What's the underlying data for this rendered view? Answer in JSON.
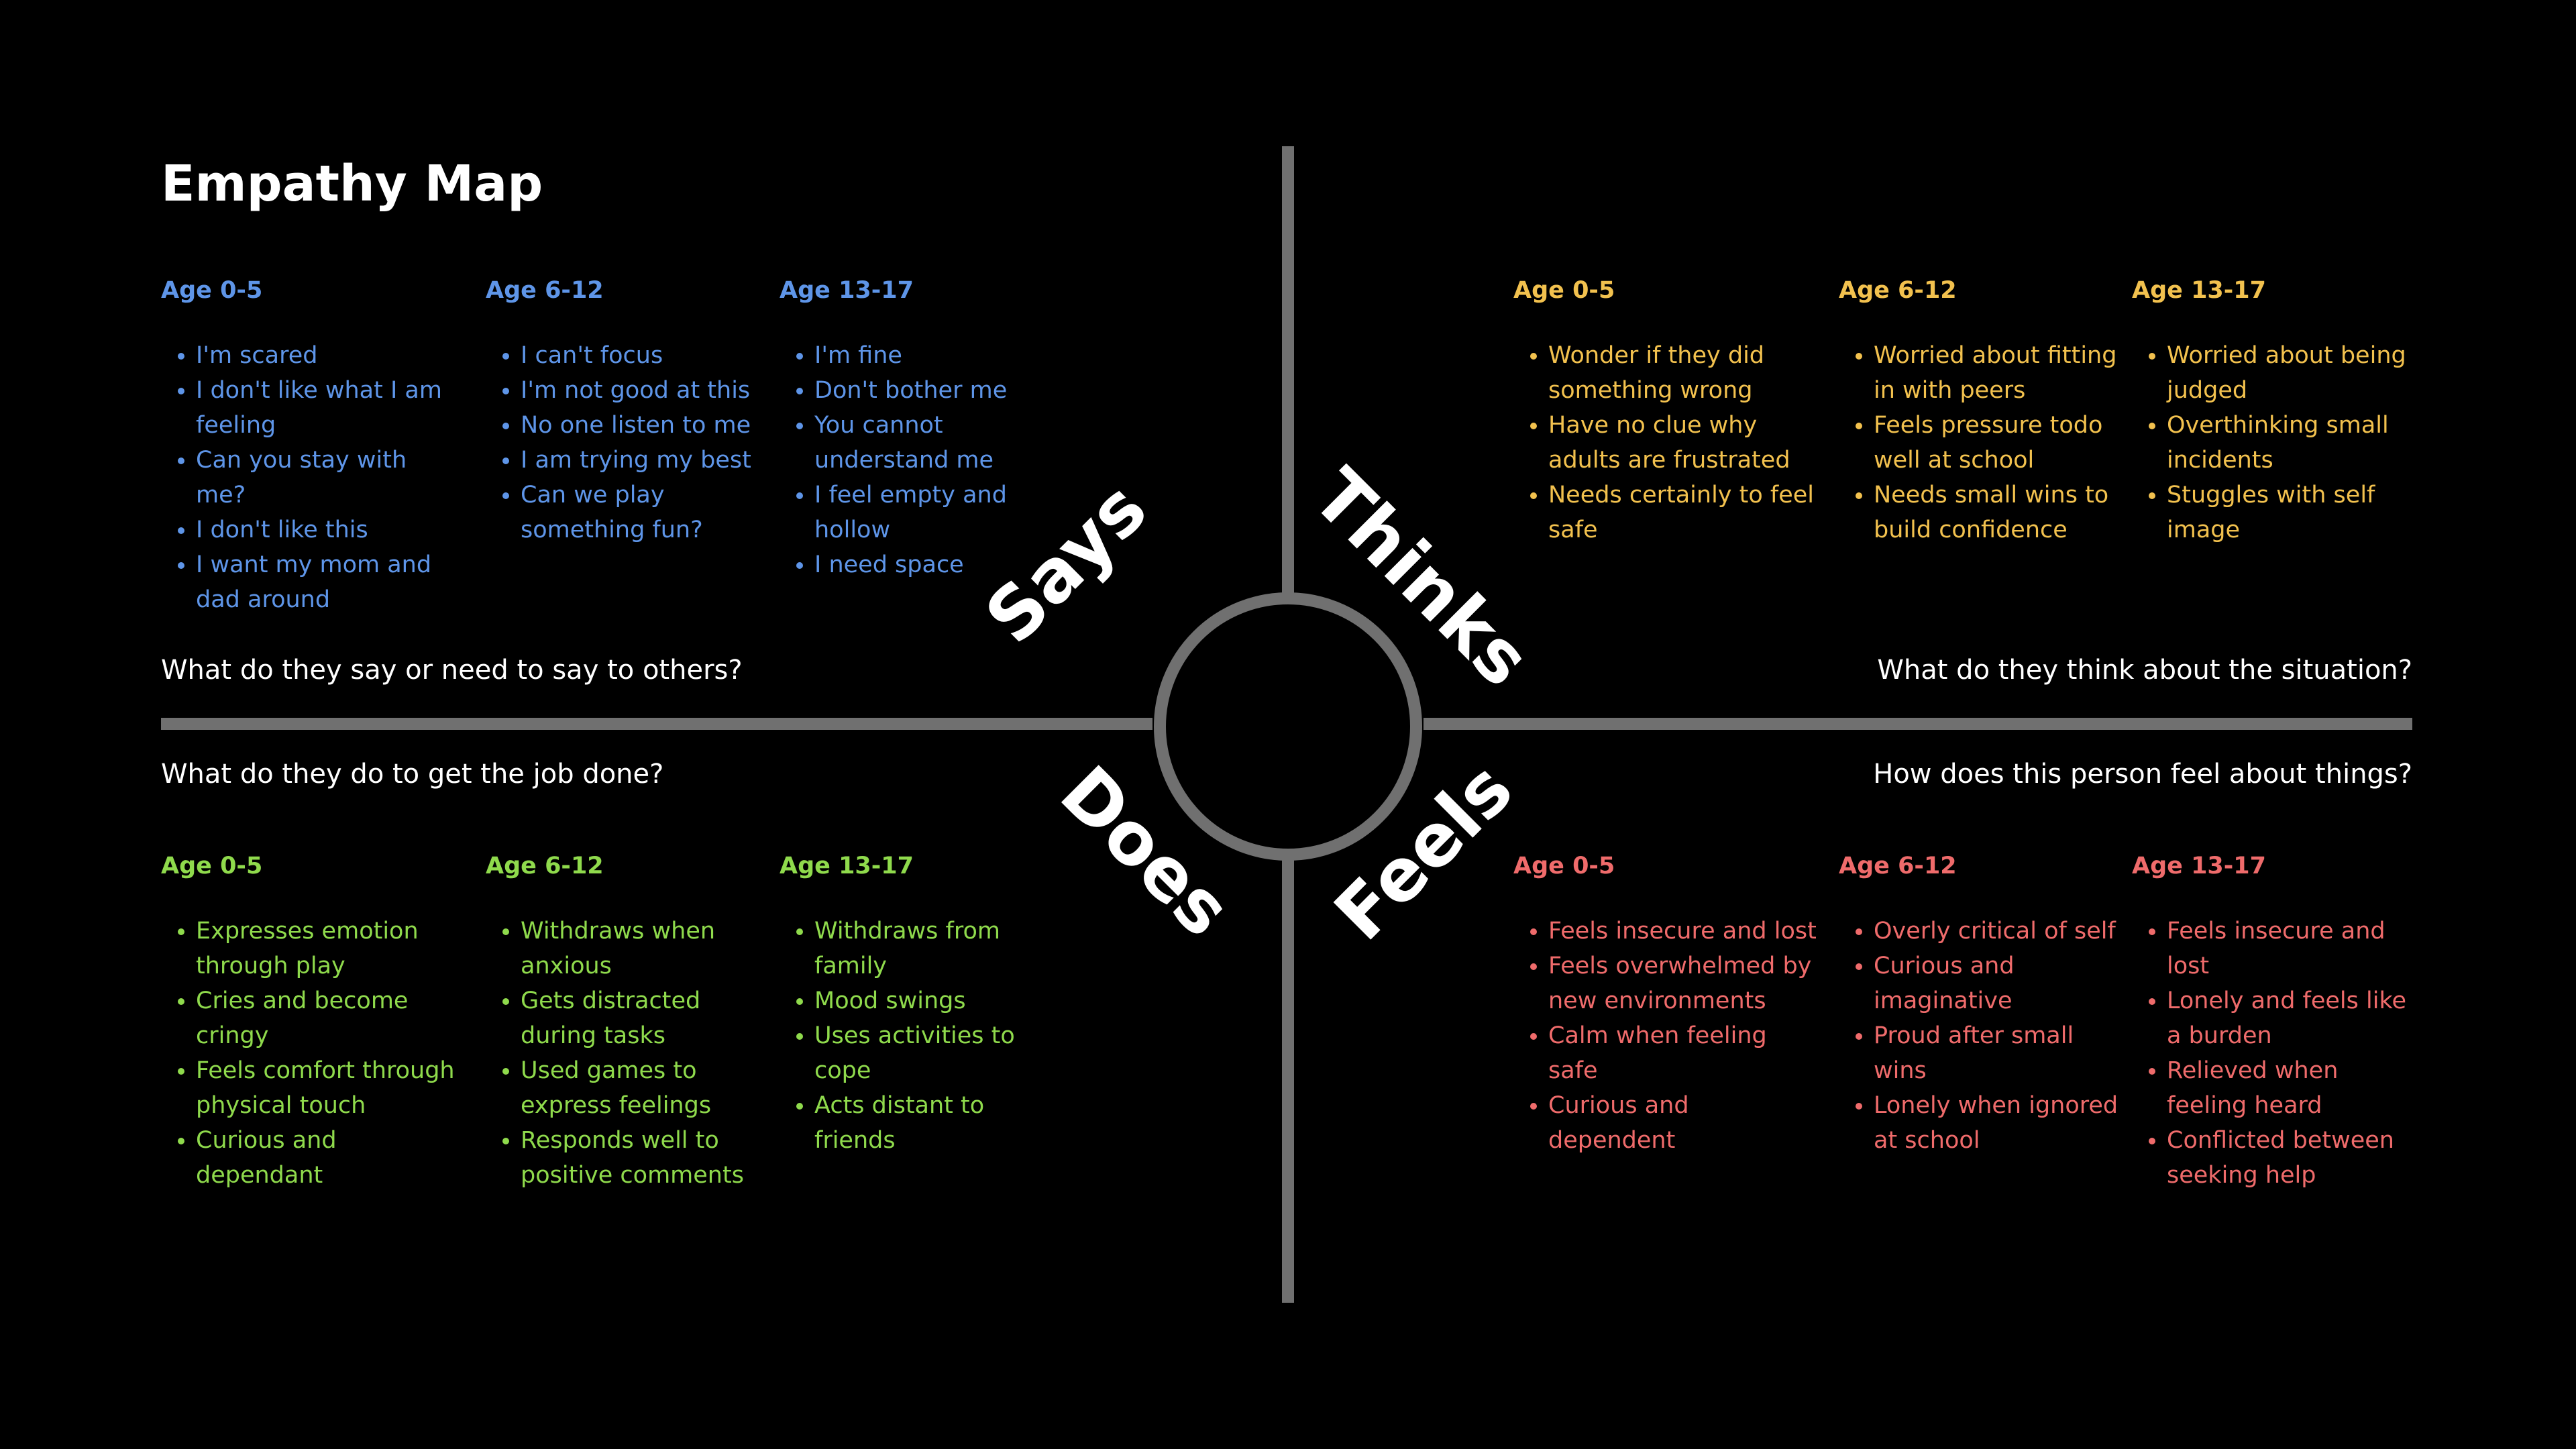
{
  "title": "Empathy Map",
  "colors": {
    "says": "#5e95e8",
    "thinks": "#f2c14e",
    "does": "#8fda4c",
    "feels": "#ef6b6b",
    "lines": "#707070",
    "background": "#000000"
  },
  "quadrants": {
    "says": {
      "label": "Says",
      "question": "What do they say or need to say to others?",
      "columns": [
        {
          "heading": "Age 0-5",
          "items": [
            "I'm scared",
            "I don't like what I am feeling",
            "Can you stay with me?",
            "I don't like this",
            "I want my mom and dad around"
          ]
        },
        {
          "heading": "Age 6-12",
          "items": [
            "I can't focus",
            "I'm not good at this",
            "No one listen to me",
            "I am trying my best",
            "Can we play something fun?"
          ]
        },
        {
          "heading": "Age 13-17",
          "items": [
            "I'm fine",
            "Don't bother me",
            "You cannot understand me",
            "I feel empty and hollow",
            "I need space"
          ]
        }
      ]
    },
    "thinks": {
      "label": "Thinks",
      "question": "What do they think about the situation?",
      "columns": [
        {
          "heading": "Age 0-5",
          "items": [
            "Wonder if they did something wrong",
            "Have no clue why adults are frustrated",
            "Needs certainly to feel safe"
          ]
        },
        {
          "heading": "Age 6-12",
          "items": [
            "Worried about fitting in with peers",
            "Feels pressure todo well at school",
            "Needs small wins to build confidence"
          ]
        },
        {
          "heading": "Age 13-17",
          "items": [
            "Worried about being judged",
            "Overthinking small incidents",
            "Stuggles with self image"
          ]
        }
      ]
    },
    "does": {
      "label": "Does",
      "question": "What do they do to get the job done?",
      "columns": [
        {
          "heading": "Age 0-5",
          "items": [
            "Expresses emotion through play",
            "Cries and become cringy",
            "Feels comfort through physical touch",
            "Curious and dependant"
          ]
        },
        {
          "heading": "Age 6-12",
          "items": [
            "Withdraws when anxious",
            "Gets distracted during tasks",
            "Used games to express feelings",
            "Responds well to positive comments"
          ]
        },
        {
          "heading": "Age 13-17",
          "items": [
            "Withdraws from family",
            "Mood swings",
            "Uses activities to cope",
            "Acts distant to friends"
          ]
        }
      ]
    },
    "feels": {
      "label": "Feels",
      "question": "How does this person feel about things?",
      "columns": [
        {
          "heading": "Age 0-5",
          "items": [
            "Feels insecure and lost",
            "Feels overwhelmed by new environments",
            "Calm when feeling safe",
            "Curious and dependent"
          ]
        },
        {
          "heading": "Age 6-12",
          "items": [
            "Overly critical of self",
            "Curious and imaginative",
            "Proud after small wins",
            "Lonely when ignored at school"
          ]
        },
        {
          "heading": "Age 13-17",
          "items": [
            "Feels insecure and lost",
            "Lonely and feels like a burden",
            "Relieved when feeling heard",
            "Conflicted between seeking help"
          ]
        }
      ]
    }
  }
}
